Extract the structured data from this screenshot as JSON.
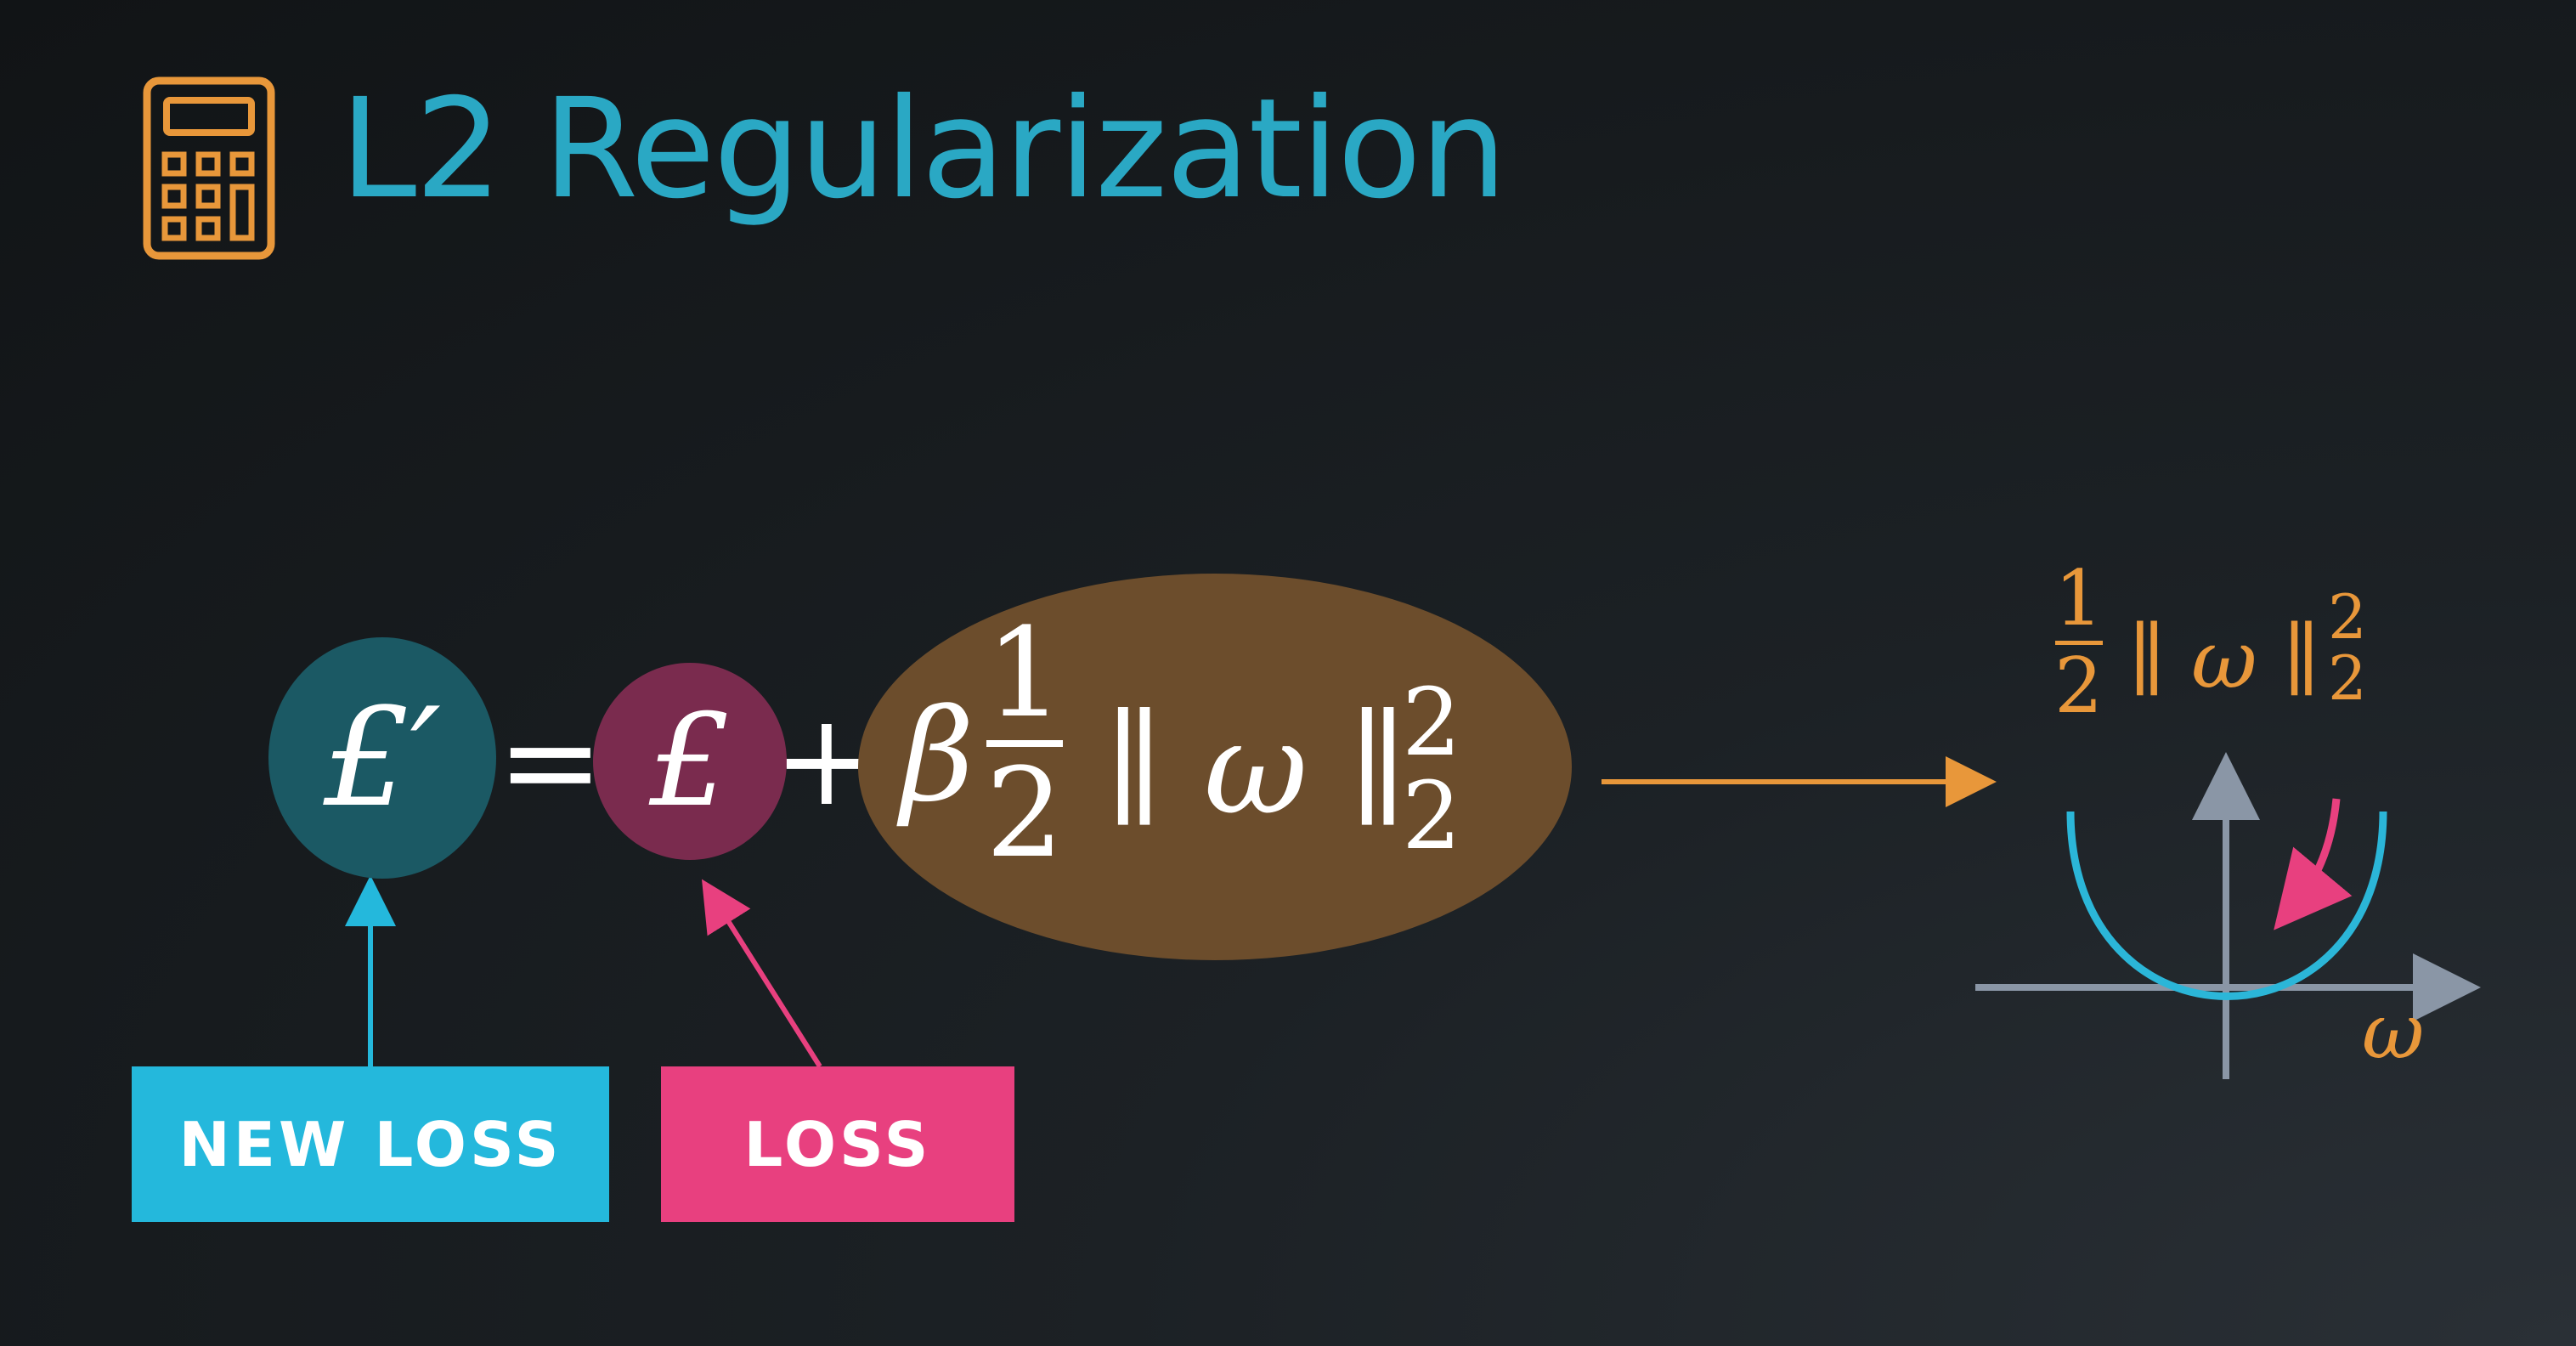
{
  "title": "L2 Regularization",
  "equation": {
    "new_loss_symbol": "£′",
    "equals": "=",
    "loss_symbol": "£",
    "plus": "+",
    "beta": "β",
    "frac_num": "1",
    "frac_den": "2",
    "norm_body": "∥ ω ∥",
    "norm_sup": "2",
    "norm_sub": "2"
  },
  "side_formula": {
    "frac_num": "1",
    "frac_den": "2",
    "norm_body": "∥ ω ∥",
    "norm_sup": "2",
    "norm_sub": "2"
  },
  "plot": {
    "axis_label": "ω"
  },
  "labels": {
    "new_loss": "NEW LOSS",
    "loss": "LOSS"
  },
  "colors": {
    "title": "#2aa8c4",
    "new_loss": "#24b8dc",
    "loss": "#e8407f",
    "regularizer": "#6c4d2c",
    "side_formula": "#e8973a",
    "curve": "#2bb6d8",
    "axes": "#8a96a6"
  },
  "icons": {
    "title_icon": "calculator-icon"
  }
}
